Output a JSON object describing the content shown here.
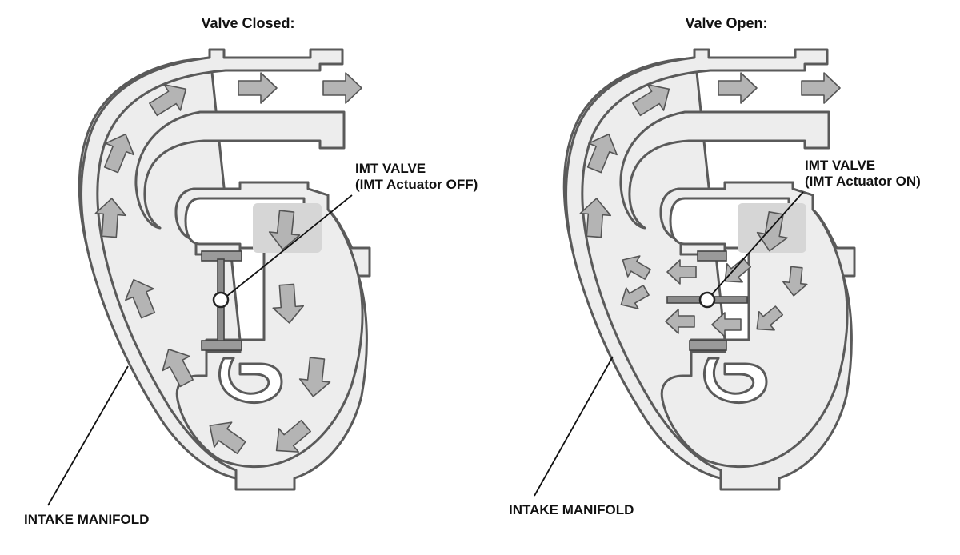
{
  "panels": [
    {
      "id": "closed",
      "title": "Valve Closed:",
      "valve_label_line1": "IMT VALVE",
      "valve_label_line2": "(IMT Actuator OFF)",
      "manifold_label": "INTAKE MANIFOLD",
      "valve_state": "closed"
    },
    {
      "id": "open",
      "title": "Valve Open:",
      "valve_label_line1": "IMT VALVE",
      "valve_label_line2": "(IMT Actuator ON)",
      "manifold_label": "INTAKE MANIFOLD",
      "valve_state": "open"
    }
  ],
  "colors": {
    "shell": "#ededed",
    "outline": "#5a5a5a",
    "arrow_fill": "#b4b4b4",
    "valve": "#8a8a8a"
  }
}
